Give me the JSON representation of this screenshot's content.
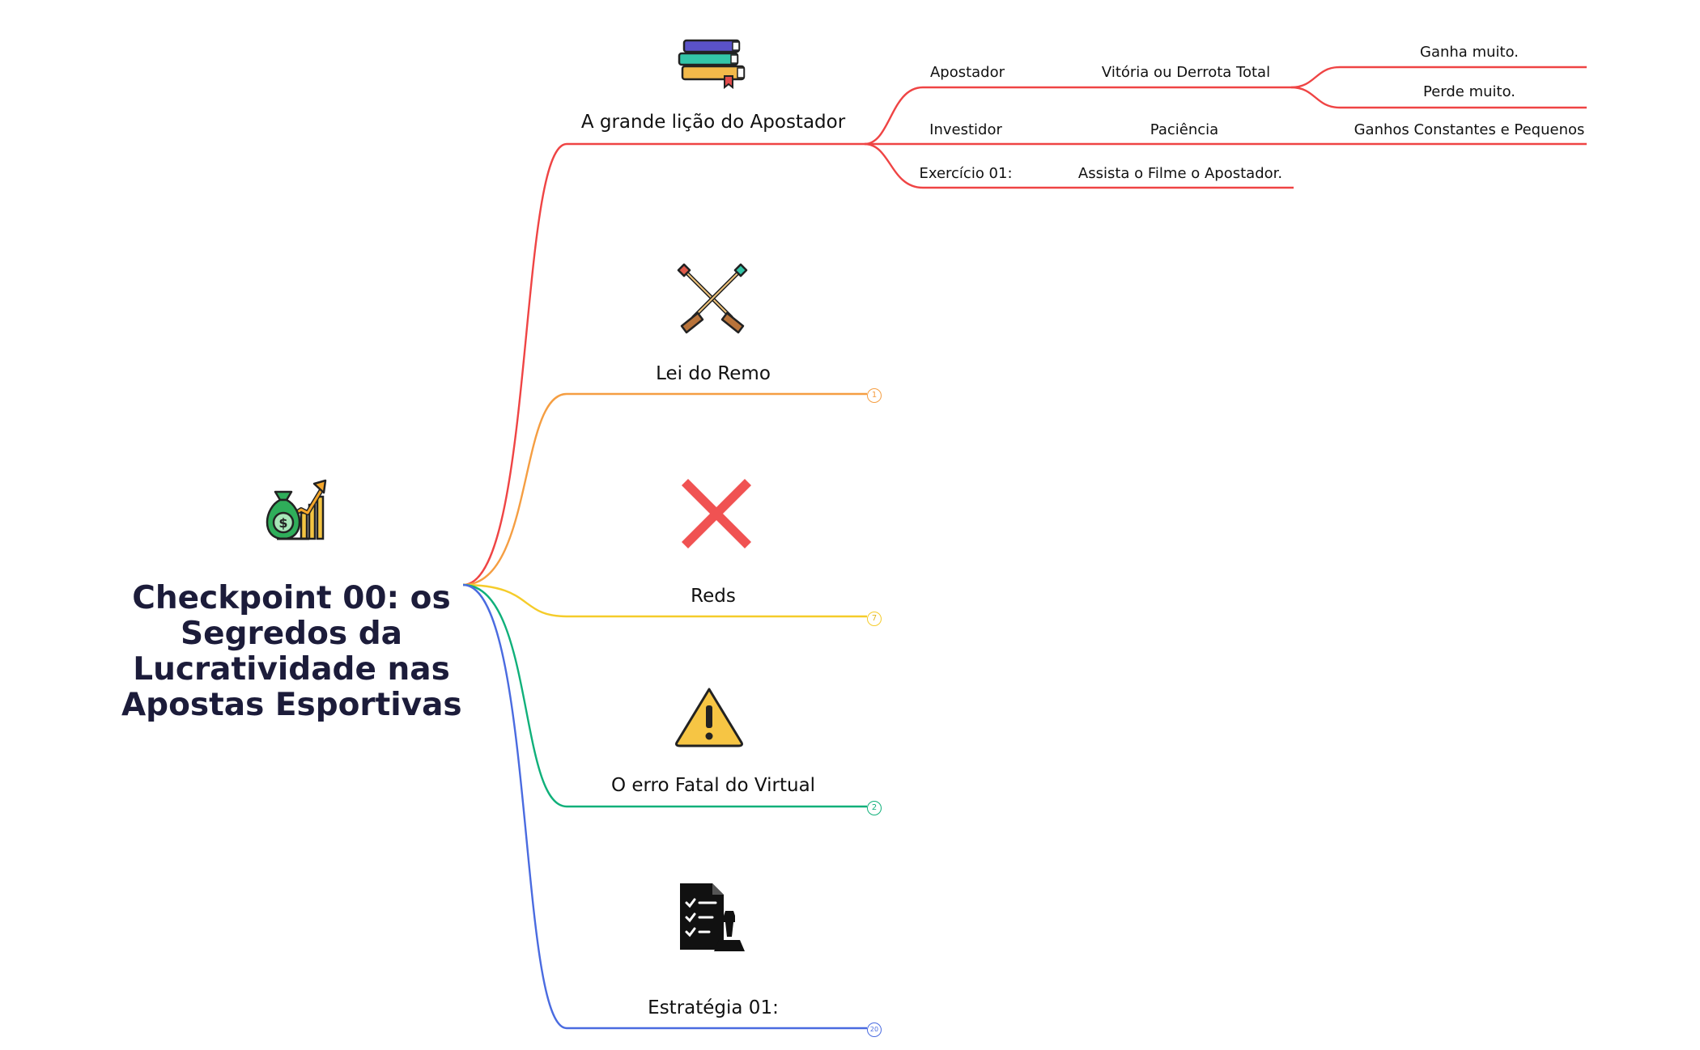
{
  "root": {
    "title_lines": [
      "Checkpoint 00: os",
      "Segredos da",
      "Lucratividade nas",
      "Apostas Esportivas"
    ],
    "icon": "money-bag-growth-icon"
  },
  "branches": [
    {
      "id": "licao",
      "label": "A grande lição do Apostador",
      "color": "#ef4444",
      "icon": "books-icon",
      "count": ""
    },
    {
      "id": "remo",
      "label": "Lei do Remo",
      "color": "#f59e42",
      "icon": "crossed-oars-icon",
      "count": "1"
    },
    {
      "id": "reds",
      "label": "Reds",
      "color": "#f5cc2a",
      "icon": "red-cross-icon",
      "count": "7"
    },
    {
      "id": "erro",
      "label": "O erro Fatal do Virtual",
      "color": "#10b07a",
      "icon": "warning-icon",
      "count": "2"
    },
    {
      "id": "estrategia",
      "label": "Estratégia 01:",
      "color": "#4a6be0",
      "icon": "strategy-document-icon",
      "count": "20"
    }
  ],
  "licao_children": {
    "apostador": "Apostador",
    "vitoria": "Vitória ou Derrota Total",
    "ganha": "Ganha muito.",
    "perde": "Perde muito.",
    "investidor": "Investidor",
    "paciencia": "Paciência",
    "ganhos": "Ganhos Constantes e Pequenos",
    "exercicio": "Exercício 01:",
    "assista": "Assista o Filme o Apostador."
  }
}
